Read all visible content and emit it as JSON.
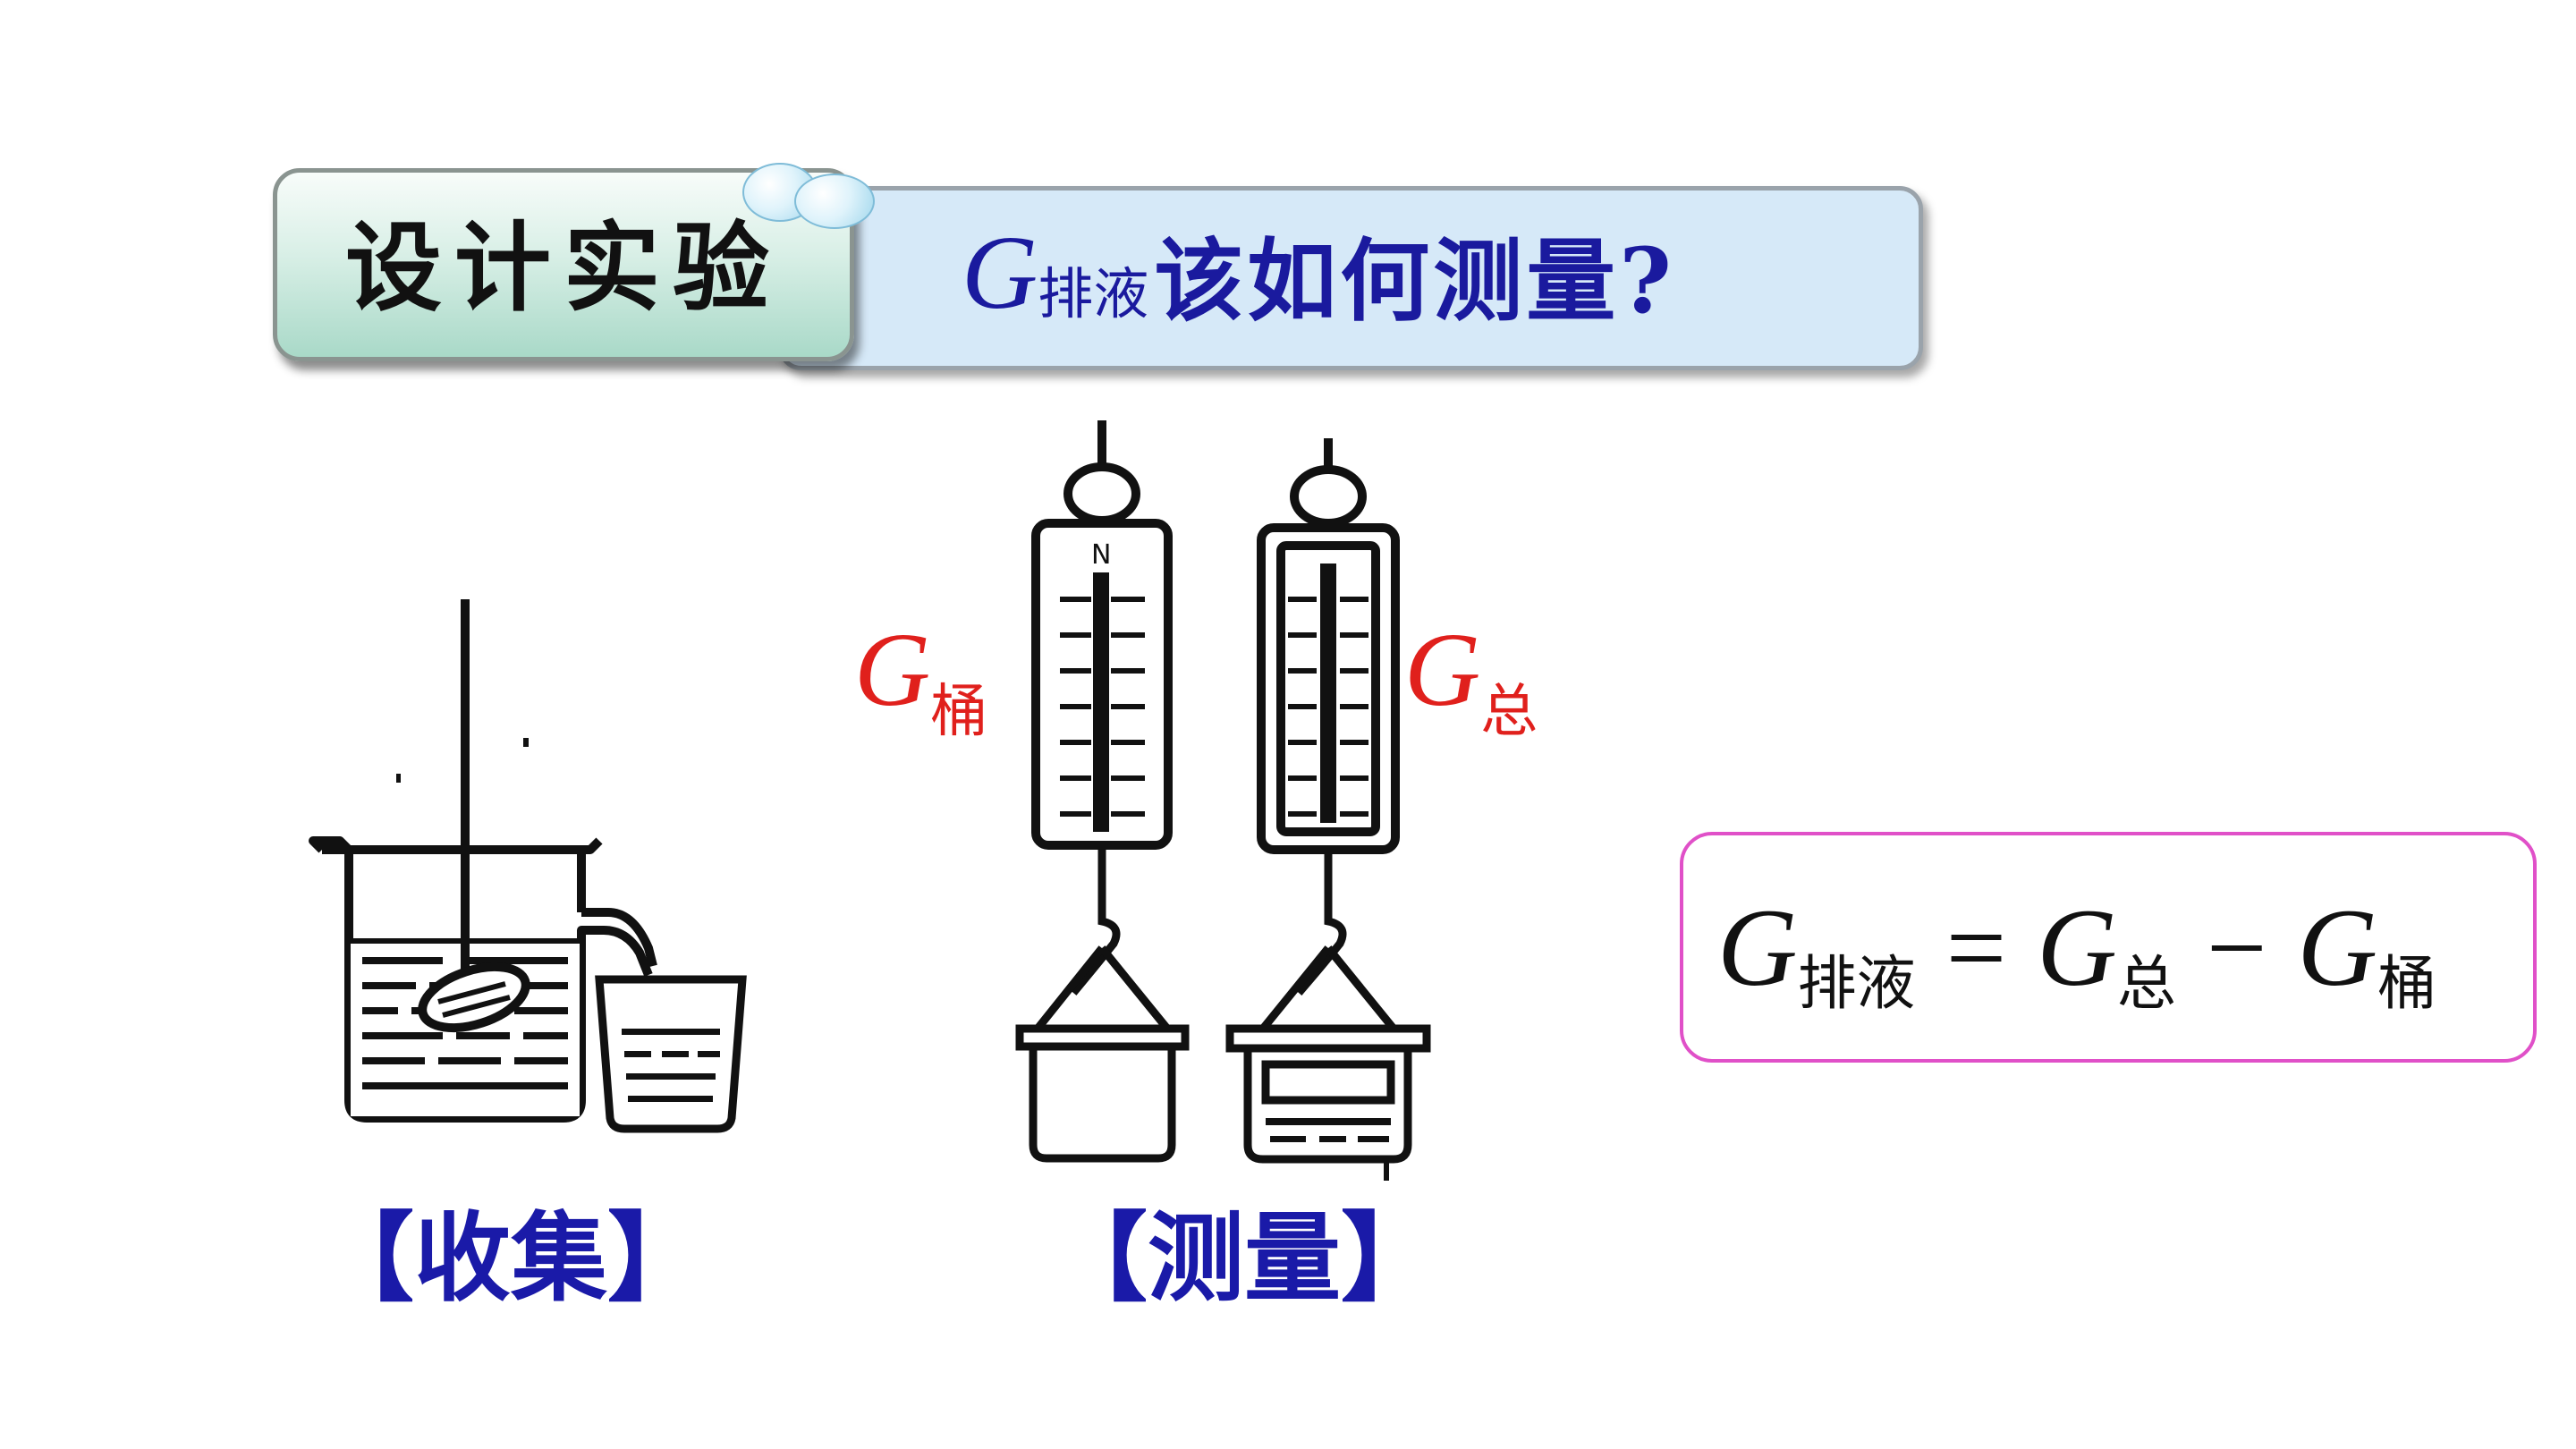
{
  "banner": {
    "left_title": "设计实验",
    "question_symbol": "G",
    "question_subscript": "排液",
    "question_text": "该如何测量?"
  },
  "measure_labels": {
    "left_symbol": "G",
    "left_subscript": "桶",
    "right_symbol": "G",
    "right_subscript": "总"
  },
  "captions": {
    "collect": "【收集】",
    "measure": "【测量】"
  },
  "formula": {
    "lhs_symbol": "G",
    "lhs_subscript": "排液",
    "equals": "=",
    "term1_symbol": "G",
    "term1_subscript": "总",
    "minus": "−",
    "term2_symbol": "G",
    "term2_subscript": "桶"
  },
  "scale_unit": "N",
  "colors": {
    "banner_blue": "#d6e9f8",
    "question_text": "#1a1a9e",
    "label_red": "#e0201c",
    "caption_blue": "#1a1aa8",
    "formula_border": "#e050c8"
  }
}
